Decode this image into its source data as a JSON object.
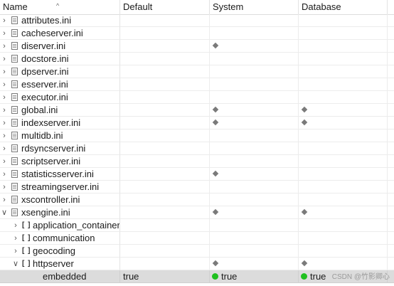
{
  "columns": {
    "name": "Name",
    "default": "Default",
    "system": "System",
    "database": "Database"
  },
  "rows": [
    {
      "label": "attributes.ini",
      "type": "file",
      "expander": "collapsed",
      "system": false,
      "database": false
    },
    {
      "label": "cacheserver.ini",
      "type": "file",
      "expander": "collapsed",
      "system": false,
      "database": false
    },
    {
      "label": "diserver.ini",
      "type": "file",
      "expander": "collapsed",
      "system": true,
      "database": false
    },
    {
      "label": "docstore.ini",
      "type": "file",
      "expander": "collapsed",
      "system": false,
      "database": false
    },
    {
      "label": "dpserver.ini",
      "type": "file",
      "expander": "collapsed",
      "system": false,
      "database": false
    },
    {
      "label": "esserver.ini",
      "type": "file",
      "expander": "collapsed",
      "system": false,
      "database": false
    },
    {
      "label": "executor.ini",
      "type": "file",
      "expander": "collapsed",
      "system": false,
      "database": false
    },
    {
      "label": "global.ini",
      "type": "file",
      "expander": "collapsed",
      "system": true,
      "database": true
    },
    {
      "label": "indexserver.ini",
      "type": "file",
      "expander": "collapsed",
      "system": true,
      "database": true
    },
    {
      "label": "multidb.ini",
      "type": "file",
      "expander": "collapsed",
      "system": false,
      "database": false
    },
    {
      "label": "rdsyncserver.ini",
      "type": "file",
      "expander": "collapsed",
      "system": false,
      "database": false
    },
    {
      "label": "scriptserver.ini",
      "type": "file",
      "expander": "collapsed",
      "system": false,
      "database": false
    },
    {
      "label": "statisticsserver.ini",
      "type": "file",
      "expander": "collapsed",
      "system": true,
      "database": false
    },
    {
      "label": "streamingserver.ini",
      "type": "file",
      "expander": "collapsed",
      "system": false,
      "database": false
    },
    {
      "label": "xscontroller.ini",
      "type": "file",
      "expander": "collapsed",
      "system": false,
      "database": false
    },
    {
      "label": "xsengine.ini",
      "type": "file",
      "expander": "expanded",
      "system": true,
      "database": true
    },
    {
      "label": "application_container",
      "type": "section",
      "expander": "collapsed",
      "system": false,
      "database": false
    },
    {
      "label": "communication",
      "type": "section",
      "expander": "collapsed",
      "system": false,
      "database": false
    },
    {
      "label": "geocoding",
      "type": "section",
      "expander": "collapsed",
      "system": false,
      "database": false
    },
    {
      "label": "httpserver",
      "type": "section",
      "expander": "expanded",
      "system": true,
      "database": true
    },
    {
      "label": "embedded",
      "type": "param",
      "expander": "none",
      "default": "true",
      "system_value": "true",
      "database_value": "true",
      "selected": true
    }
  ],
  "watermark": "CSDN @竹影卿心",
  "colors": {
    "header_bg": "#ffffff",
    "selected_row_bg": "#dcdcdc",
    "diamond": "#7a7a7a",
    "value_dot": "#1fc01f"
  },
  "icons": {
    "collapsed": "chevron-right-icon",
    "expanded": "chevron-down-icon",
    "file": "file-icon",
    "section": "section-bracket-icon",
    "changed": "diamond-icon",
    "value": "green-dot-icon"
  }
}
